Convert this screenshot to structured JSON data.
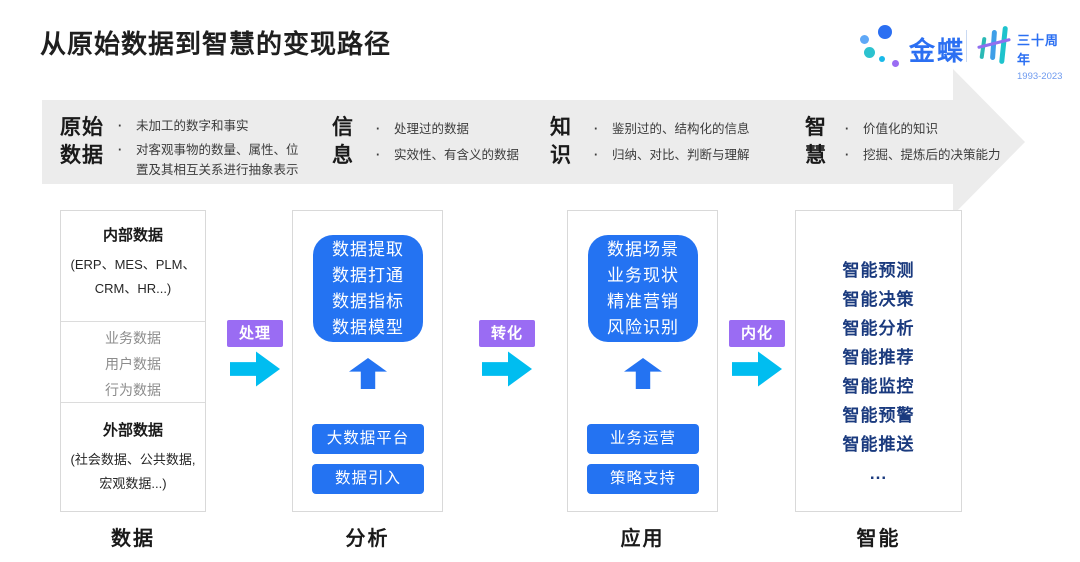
{
  "colors": {
    "blue": "#2473F2",
    "navy_text": "#1A3A7E",
    "purple_tag": "#9A6CF3",
    "cyan_arrow": "#00BDF0",
    "banner_gray": "#ECECEC",
    "brand_blue": "#2B6FF2",
    "teal": "#2CC2CF"
  },
  "header": {
    "title": "从原始数据到智慧的变现路径",
    "logo": {
      "brand": "金蝶",
      "anniversary": "三十周年",
      "years": "1993-2023"
    }
  },
  "banner": {
    "stages": [
      {
        "title_line1": "原始",
        "title_line2": "数据",
        "bullets": [
          "未加工的数字和事实",
          "对客观事物的数量、属性、位置及其相互关系进行抽象表示"
        ]
      },
      {
        "title_line1": "信",
        "title_line2": "息",
        "bullets": [
          "处理过的数据",
          "实效性、有含义的数据"
        ]
      },
      {
        "title_line1": "知",
        "title_line2": "识",
        "bullets": [
          "鉴别过的、结构化的信息",
          "归纳、对比、判断与理解"
        ]
      },
      {
        "title_line1": "智",
        "title_line2": "慧",
        "bullets": [
          "价值化的知识",
          "挖掘、提炼后的决策能力"
        ]
      }
    ]
  },
  "flow": {
    "connectors": [
      {
        "label": "处理"
      },
      {
        "label": "转化"
      },
      {
        "label": "内化"
      }
    ],
    "columns": [
      {
        "label": "数据",
        "sections": [
          {
            "heading": "内部数据",
            "detail": "(ERP、MES、PLM、CRM、HR...)"
          },
          {
            "items": [
              "业务数据",
              "用户数据",
              "行为数据"
            ]
          },
          {
            "heading": "外部数据",
            "detail": "(社会数据、公共数据, 宏观数据...)"
          }
        ]
      },
      {
        "label": "分析",
        "box_lines": [
          "数据提取",
          "数据打通",
          "数据指标",
          "数据模型"
        ],
        "buttons": [
          "大数据平台",
          "数据引入"
        ]
      },
      {
        "label": "应用",
        "box_lines": [
          "数据场景",
          "业务现状",
          "精准营销",
          "风险识别"
        ],
        "buttons": [
          "业务运营",
          "策略支持"
        ]
      },
      {
        "label": "智能",
        "items": [
          "智能预测",
          "智能决策",
          "智能分析",
          "智能推荐",
          "智能监控",
          "智能预警",
          "智能推送",
          "..."
        ]
      }
    ]
  }
}
